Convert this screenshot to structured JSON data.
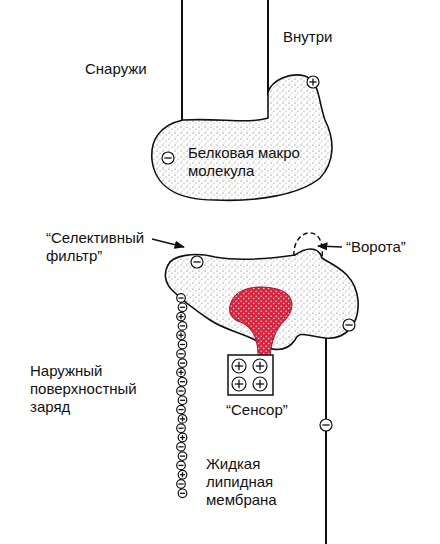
{
  "diagram": {
    "nodes": [
      {
        "text": [
          "Белковая макро молекула"
        ]
      }
    ],
    "labels": [
      "Снаружи",
      "Внутри",
      "“Селективный фильтр”",
      "“Ворота”",
      "Наружный поверхностный заряд",
      "“Сенсор”",
      "Жидкая липидная мембрана"
    ]
  }
}
